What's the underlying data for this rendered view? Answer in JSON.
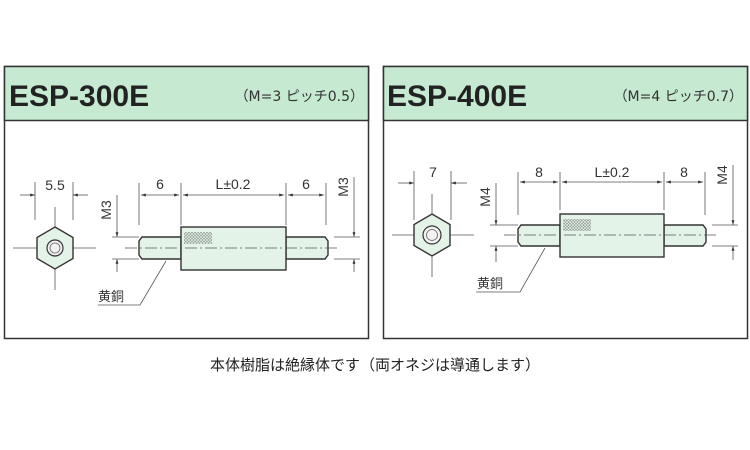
{
  "panels": [
    {
      "title": "ESP-300E",
      "spec": "（M=3 ピッチ0.5）",
      "hex_width": "5.5",
      "thread_left": "6",
      "body_length": "L±0.2",
      "thread_right": "6",
      "thread_size": "M3",
      "material": "黄銅"
    },
    {
      "title": "ESP-400E",
      "spec": "（M=4 ピッチ0.7）",
      "hex_width": "7",
      "thread_left": "8",
      "body_length": "L±0.2",
      "thread_right": "8",
      "thread_size": "M4",
      "material": "黄銅"
    }
  ],
  "caption": "本体樹脂は絶縁体です（両オネジは導通します）",
  "colors": {
    "header": "#c6e9d1",
    "body": "#e3f3e7",
    "border": "#333333"
  }
}
